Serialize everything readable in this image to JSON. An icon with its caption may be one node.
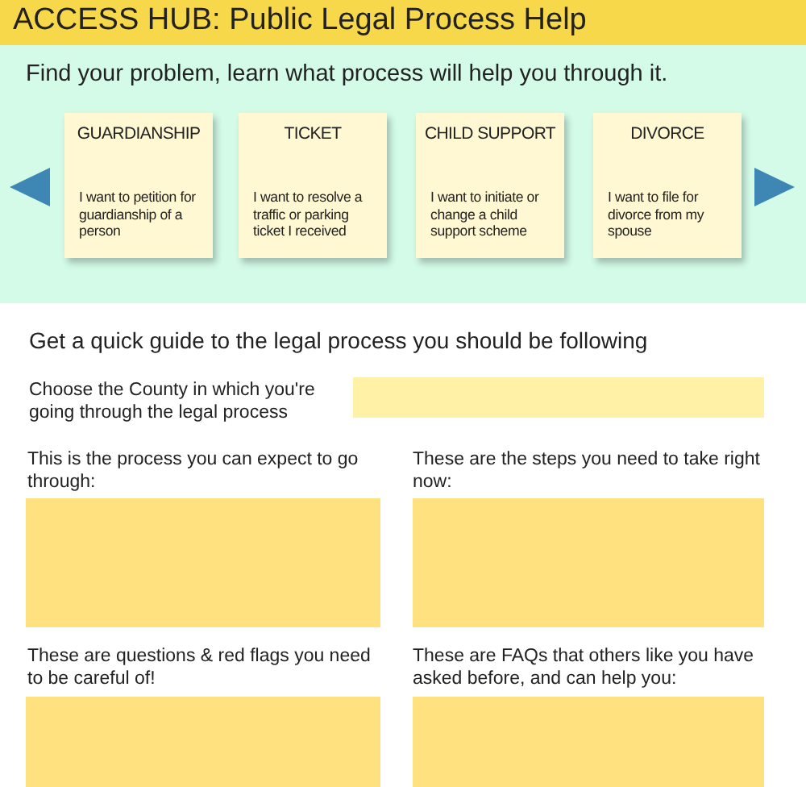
{
  "diagram": {
    "title": "ACCESS HUB: Public Legal Process Help",
    "nodes": [
      {
        "text": [
          "GUARDIANSHIP",
          "I want to petition for guardianship of a person"
        ]
      },
      {
        "text": [
          "TICKET",
          "I want to resolve a traffic or parking ticket I received"
        ]
      },
      {
        "text": [
          "CHILD SUPPORT",
          "I want to initiate or change a child support scheme"
        ]
      },
      {
        "text": [
          "DIVORCE",
          "I want to file for divorce from my spouse"
        ]
      },
      {
        "text": [],
        "shape": "box"
      },
      {
        "text": [],
        "shape": "box"
      },
      {
        "text": [],
        "shape": "box"
      },
      {
        "text": [],
        "shape": "box"
      },
      {
        "text": [],
        "shape": "box"
      }
    ],
    "edges": [],
    "labels": [
      "Find your problem, learn what process will help you through it.",
      "Get a quick guide to the legal process you should be following",
      "Choose the County in which you're going through the legal process",
      "This is the process you can expect to go through:",
      "These are the steps you need to take right now:",
      "These are questions & red flags you need to be careful of!",
      "These are FAQs that others like you have asked before, and can help you:"
    ]
  }
}
